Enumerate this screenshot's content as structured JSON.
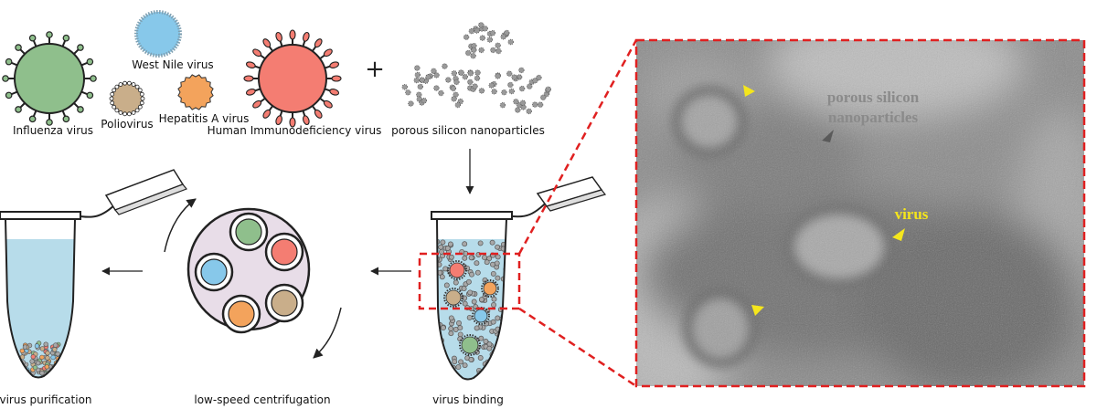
{
  "viruses": {
    "influenza": {
      "label": "Influenza virus",
      "color": "#8fbf8c"
    },
    "west_nile": {
      "label": "West Nile virus",
      "color": "#87c8ea"
    },
    "polio": {
      "label": "Poliovirus",
      "color": "#c9ae8a"
    },
    "hepatitis_a": {
      "label": "Hepatitis A virus",
      "color": "#f3a35c"
    },
    "hiv": {
      "label": "Human Immunodeficiency virus",
      "color": "#f47d72"
    }
  },
  "plus_sign": "+",
  "nanoparticles": {
    "label": "porous silicon nanoparticles",
    "color": "#9a9a9a"
  },
  "steps": {
    "binding": "virus binding",
    "centrifugation": "low-speed centrifugation",
    "purification": "virus purification"
  },
  "micrograph": {
    "nanoparticle_label_line1": "porous silicon",
    "nanoparticle_label_line2": "nanoparticles",
    "virus_label": "virus",
    "virus_label_color": "#f5e61c",
    "arrow_color": "#f5e61c",
    "frame_color": "#e02020"
  },
  "colors": {
    "liquid": "#b7dcea",
    "rotor": "#e8dde8"
  }
}
